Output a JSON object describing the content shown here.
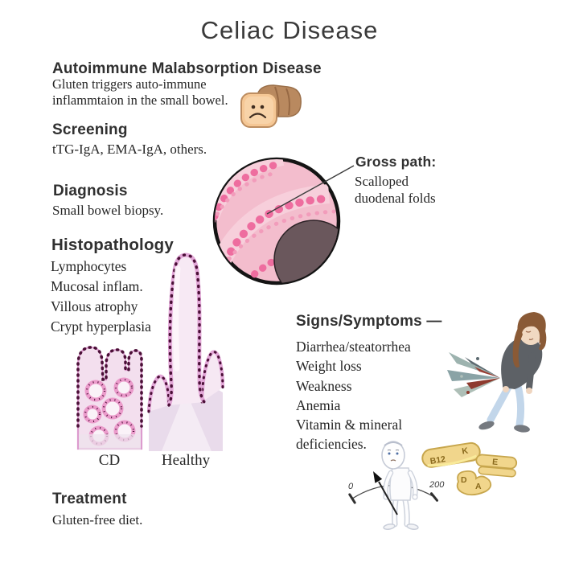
{
  "title": "Celiac Disease",
  "sections": {
    "autoimmune": {
      "heading": "Autoimmune Malabsorption Disease",
      "lines": [
        "Gluten triggers auto-immune",
        "inflammtaion in the small bowel."
      ]
    },
    "screening": {
      "heading": "Screening",
      "body": "tTG-IgA, EMA-IgA, others."
    },
    "diagnosis": {
      "heading": "Diagnosis",
      "body": "Small bowel biopsy."
    },
    "histopathology": {
      "heading": "Histopathology",
      "items": [
        "Lymphocytes",
        "Mucosal inflam.",
        "Villous atrophy",
        "Crypt hyperplasia"
      ]
    },
    "gross_path": {
      "heading": "Gross path:",
      "lines": [
        "Scalloped",
        "duodenal folds"
      ]
    },
    "signs_symptoms": {
      "heading": "Signs/Symptoms —",
      "items": [
        "Diarrhea/steatorrhea",
        "Weight loss",
        "Weakness",
        "Anemia",
        "Vitamin & mineral",
        "deficiencies."
      ]
    },
    "treatment": {
      "heading": "Treatment",
      "body": "Gluten-free diet."
    }
  },
  "biopsy_labels": {
    "cd": "CD",
    "healthy": "Healthy"
  },
  "weight_scale": {
    "min": "0",
    "max": "200"
  },
  "vitamins": [
    "B12",
    "K",
    "E",
    "D",
    "A"
  ],
  "icons": {
    "sad_bread": "sad-bread-loaf-icon",
    "endoscopy": "endoscopy-scalloped-folds-illustration",
    "cd_mucosa": "flattened-villi-biopsy-illustration",
    "healthy_villus": "healthy-villus-biopsy-illustration",
    "diarrhea_person": "person-with-diarrhea-illustration",
    "thin_person": "underweight-person-scale-illustration",
    "vitamin_blobs": "vitamin-deficiency-blobs-illustration"
  },
  "colors": {
    "heading_text": "#303030",
    "body_text": "#262626",
    "fold_dot_pink": "#ee6d9f",
    "endoscopy_fill": "#f3bdcd",
    "lumen_dark": "#6a575c",
    "villi_fill": "#f7e9f4",
    "villi_border": "#e2a7d7",
    "nuclei_dark": "#4b0f37",
    "bread_crust": "#b9895f",
    "bread_face": "#f5c795",
    "vitamin_fill": "#f1d68c",
    "vitamin_border": "#c7a64d",
    "sweater_gray": "#5d6166",
    "jeans_blue": "#c2d6ea",
    "hair_brown": "#8a5a36"
  }
}
